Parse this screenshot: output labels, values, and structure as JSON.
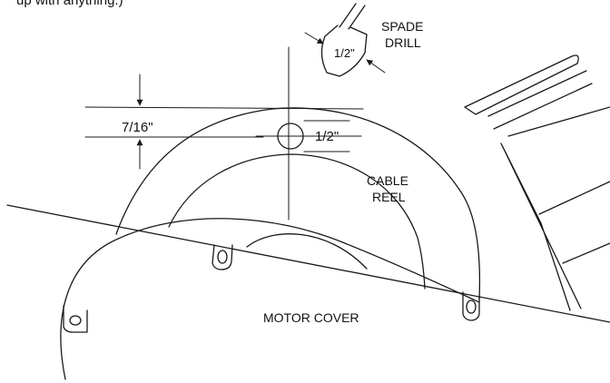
{
  "caption": "up with anything.)",
  "labels": {
    "spade_drill_line1": "SPADE",
    "spade_drill_line2": "DRILL",
    "drill_size": "1/2\"",
    "offset_dim": "7/16\"",
    "hole_dim": "1/2\"",
    "cable_reel_line1": "CABLE",
    "cable_reel_line2": "REEL",
    "motor_cover": "MOTOR COVER"
  },
  "colors": {
    "ink": "#1a1a1a",
    "paper": "#ffffff"
  }
}
